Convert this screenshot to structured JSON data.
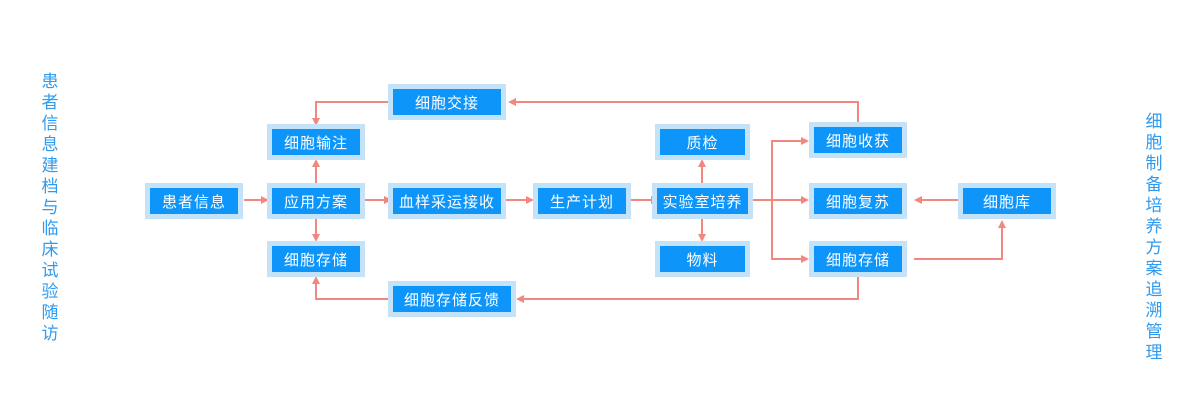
{
  "diagram": {
    "title_left": "患者信息建档与临床试验随访",
    "title_right": "细胞制备培养方案追溯管理",
    "colors": {
      "node_fill": "#0e95fa",
      "node_border": "#c4e3f8",
      "node_text": "#ffffff",
      "connector": "#f2877f",
      "side_label": "#2e9bf0",
      "background": "#ffffff"
    },
    "nodes": [
      {
        "id": "patient_info",
        "label": "患者信息"
      },
      {
        "id": "application_plan",
        "label": "应用方案"
      },
      {
        "id": "cell_infusion",
        "label": "细胞输注"
      },
      {
        "id": "cell_storage_left",
        "label": "细胞存储"
      },
      {
        "id": "cell_handover",
        "label": "细胞交接"
      },
      {
        "id": "blood_collection",
        "label": "血样采运接收"
      },
      {
        "id": "production_plan",
        "label": "生产计划"
      },
      {
        "id": "lab_culture",
        "label": "实验室培养"
      },
      {
        "id": "quality_check",
        "label": "质检"
      },
      {
        "id": "materials",
        "label": "物料"
      },
      {
        "id": "cell_harvest",
        "label": "细胞收获"
      },
      {
        "id": "cell_recovery",
        "label": "细胞复苏"
      },
      {
        "id": "cell_storage_right",
        "label": "细胞存储"
      },
      {
        "id": "cell_bank",
        "label": "细胞库"
      },
      {
        "id": "storage_feedback",
        "label": "细胞存储反馈"
      }
    ],
    "edges": [
      {
        "from": "patient_info",
        "to": "application_plan"
      },
      {
        "from": "application_plan",
        "to": "cell_infusion"
      },
      {
        "from": "application_plan",
        "to": "cell_storage_left"
      },
      {
        "from": "application_plan",
        "to": "blood_collection"
      },
      {
        "from": "cell_handover",
        "to": "cell_infusion"
      },
      {
        "from": "blood_collection",
        "to": "production_plan"
      },
      {
        "from": "production_plan",
        "to": "lab_culture"
      },
      {
        "from": "lab_culture",
        "to": "quality_check"
      },
      {
        "from": "lab_culture",
        "to": "materials"
      },
      {
        "from": "lab_culture",
        "to": "cell_harvest"
      },
      {
        "from": "lab_culture",
        "to": "cell_recovery"
      },
      {
        "from": "lab_culture",
        "to": "cell_storage_right"
      },
      {
        "from": "cell_harvest",
        "to": "cell_handover"
      },
      {
        "from": "cell_bank",
        "to": "cell_recovery"
      },
      {
        "from": "cell_storage_right",
        "to": "cell_bank"
      },
      {
        "from": "cell_storage_right",
        "to": "storage_feedback"
      },
      {
        "from": "storage_feedback",
        "to": "cell_storage_left"
      }
    ]
  }
}
